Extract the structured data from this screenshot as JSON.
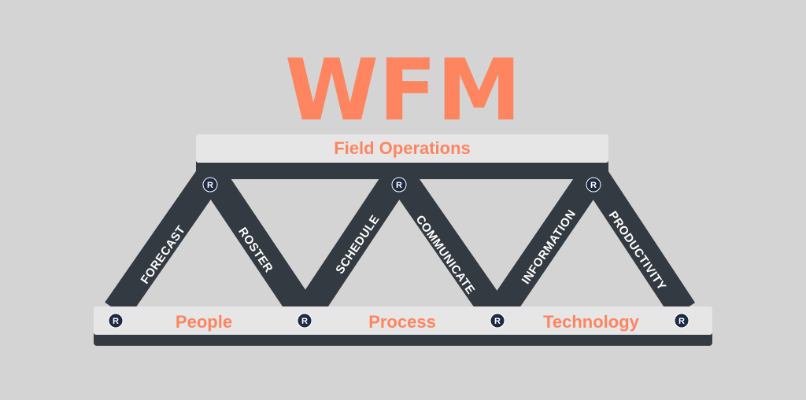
{
  "title": "WFM",
  "top_chord": {
    "label": "Field Operations"
  },
  "members": [
    {
      "label": "FORECAST"
    },
    {
      "label": "ROSTER"
    },
    {
      "label": "SCHEDULE"
    },
    {
      "label": "COMMUNICATE"
    },
    {
      "label": "INFORMATION"
    },
    {
      "label": "PRODUCTIVITY"
    }
  ],
  "base": {
    "labels": [
      "People",
      "Process",
      "Technology"
    ]
  },
  "node_badge": "R",
  "colors": {
    "background": "#d4d4d4",
    "accent": "#ff8561",
    "beam": "#343a41",
    "panel": "#e6e6e6",
    "badge": "#1c2a44",
    "member_text": "#ffffff"
  }
}
